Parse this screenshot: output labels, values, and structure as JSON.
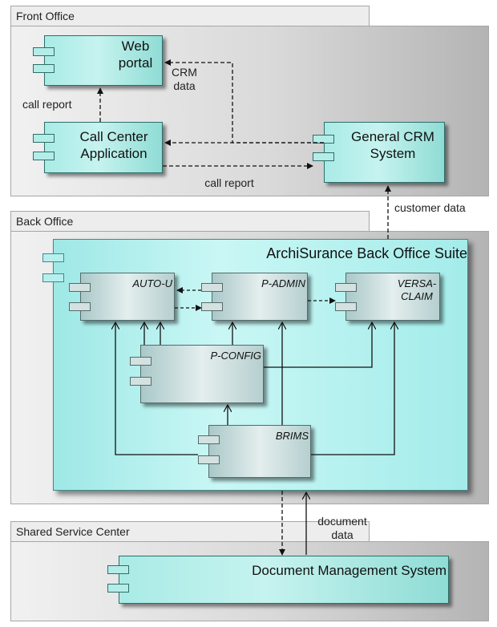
{
  "groups": {
    "front_office": "Front Office",
    "back_office": "Back Office",
    "shared_service_center": "Shared Service Center"
  },
  "components": {
    "web_portal": "Web portal",
    "call_center": "Call Center Application",
    "general_crm": "General CRM System",
    "suite": "ArchiSurance Back Office Suite",
    "auto_u": "AUTO-U",
    "p_admin": "P-ADMIN",
    "versa_claim": "VERSA-CLAIM",
    "p_config": "P-CONFIG",
    "brims": "BRIMS",
    "dms": "Document Management System"
  },
  "edges": {
    "call_report_up": "call report",
    "crm_data": "CRM data",
    "call_report_right": "call report",
    "customer_data": "customer data",
    "document_data": "document data"
  },
  "colors": {
    "component_fill": "#a9ebe6",
    "inner_component_fill": "#c8d9d9",
    "group_fill": "#d9d9d9"
  }
}
